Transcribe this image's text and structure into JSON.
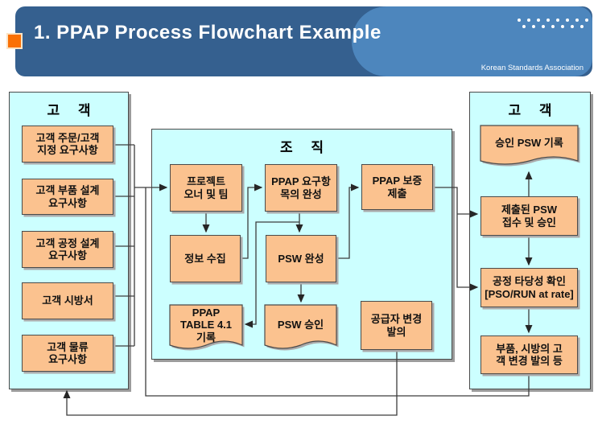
{
  "header": {
    "title": "1. PPAP Process Flowchart Example",
    "org_label": "Korean Standards Association",
    "colors": {
      "banner_dark": "#35608F",
      "banner_light": "#4D86BD",
      "bullet_orange": "#FA7005"
    }
  },
  "diagram": {
    "colors": {
      "panel_fill": "#CCFFFF",
      "node_fill": "#FBC28F",
      "line": "#3c3c3c"
    },
    "panels": {
      "customer_left": {
        "title": "고 객",
        "boxes": [
          {
            "label": "고객 주문/고객\n지정 요구사항"
          },
          {
            "label": "고객 부품 설계\n요구사항"
          },
          {
            "label": "고객 공정 설계\n요구사항"
          },
          {
            "label": "고객 시방서"
          },
          {
            "label": "고객 물류\n요구사항"
          }
        ]
      },
      "organization": {
        "title": "조 직",
        "boxes": [
          {
            "label": "프로젝트\n오너 및 팀"
          },
          {
            "label": "PPAP 요구항\n목의 완성"
          },
          {
            "label": "PPAP 보증\n제출"
          },
          {
            "label": "정보 수집"
          },
          {
            "label": "PSW 완성"
          },
          {
            "label": "PPAP\nTABLE 4.1\n기록",
            "shape": "document"
          },
          {
            "label": "PSW 승인",
            "shape": "document"
          },
          {
            "label": "공급자 변경\n발의"
          }
        ]
      },
      "customer_right": {
        "title": "고 객",
        "boxes": [
          {
            "label": "승인 PSW 기록",
            "shape": "document"
          },
          {
            "label": "제출된 PSW\n접수 및 승인"
          },
          {
            "label": "공정 타당성 확인\n[PSO/RUN at rate]"
          },
          {
            "label": "부품, 시방의 고\n객 변경 발의 등"
          }
        ]
      }
    }
  }
}
